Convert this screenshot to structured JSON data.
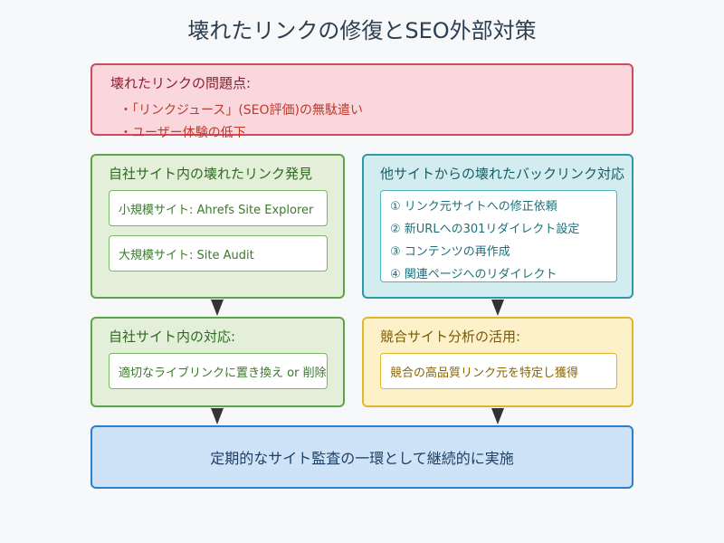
{
  "title": "壊れたリンクの修復とSEO外部対策",
  "problems": {
    "heading": "壊れたリンクの問題点:",
    "bullets": [
      "・「リンクジュース」(SEO評価)の無駄遣い",
      "・ユーザー体験の低下"
    ]
  },
  "discovery": {
    "heading": "自社サイト内の壊れたリンク発見",
    "items": [
      "小規模サイト: Ahrefs Site Explorer",
      "大規模サイト: Site Audit"
    ]
  },
  "backlinks": {
    "heading": "他サイトからの壊れたバックリンク対応",
    "steps": [
      "① リンク元サイトへの修正依頼",
      "② 新URLへの301リダイレクト設定",
      "③ コンテンツの再作成",
      "④ 関連ページへのリダイレクト"
    ]
  },
  "response": {
    "heading": "自社サイト内の対応:",
    "item": "適切なライブリンクに置き換え or 削除"
  },
  "competitor": {
    "heading": "競合サイト分析の活用:",
    "item": "競合の高品質リンク元を特定し獲得"
  },
  "ongoing": {
    "text": "定期的なサイト監査の一環として継続的に実施"
  },
  "colors": {
    "problems": "#f9d7dc",
    "discovery": "#e3efd9",
    "backlinks": "#d3ecef",
    "competitor": "#fdf1c9",
    "ongoing": "#cfe3f8",
    "arrow": "#333333"
  }
}
